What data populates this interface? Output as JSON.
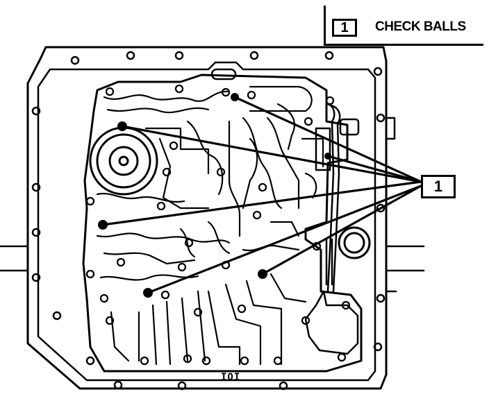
{
  "legend": {
    "number": "1",
    "label": "CHECK BALLS"
  },
  "callout": {
    "number": "1"
  },
  "casting_mark": "IOI",
  "check_ball_count": 6
}
